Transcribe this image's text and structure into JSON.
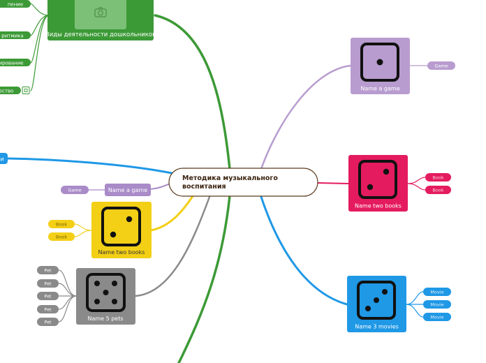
{
  "central": {
    "text_line1": "Методика музыкального",
    "text_line2": "воспитания"
  },
  "branches": {
    "green": {
      "color": "#3c9a36",
      "title": "Виды деятельности дошкольников",
      "icon": "camera-icon",
      "children": [
        "пение",
        "ритмика",
        "ирование",
        "ество"
      ]
    },
    "blue_left": {
      "color": "#1f98e6",
      "text": "и"
    },
    "purple_left": {
      "color": "#a98bc8",
      "title": "Name a game",
      "child": "Game"
    },
    "yellow": {
      "color": "#f3cf16",
      "title": "Name two books",
      "children": [
        "Book",
        "Book"
      ],
      "die": 2
    },
    "gray": {
      "color": "#8a8a8a",
      "title": "Name 5 pets",
      "children": [
        "Pet",
        "Pet",
        "Pet",
        "Pet",
        "Pet"
      ],
      "die": 5
    },
    "purple_right": {
      "color": "#b89ccf",
      "title": "Name a game",
      "child": "Game",
      "die": 1
    },
    "pink": {
      "color": "#e41b5f",
      "title": "Name two books",
      "children": [
        "Book",
        "Book"
      ],
      "die": 2
    },
    "blue_right": {
      "color": "#1f98e6",
      "title": "Name 3 movies",
      "children": [
        "Movie",
        "Movie",
        "Movie"
      ],
      "die": 3
    }
  }
}
